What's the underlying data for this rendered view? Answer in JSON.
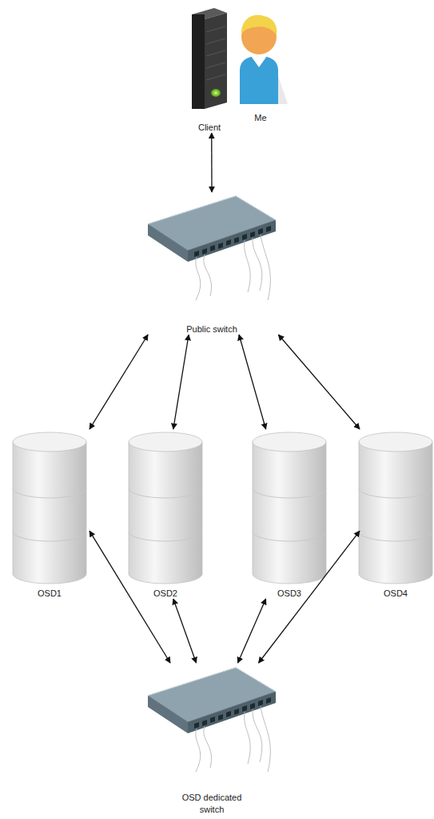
{
  "diagram": {
    "nodes": [
      {
        "text": [
          "Client"
        ]
      },
      {
        "text": [
          "Me"
        ]
      },
      {
        "text": [
          "Public switch"
        ]
      },
      {
        "text": [
          "OSD1"
        ]
      },
      {
        "text": [
          "OSD2"
        ]
      },
      {
        "text": [
          "OSD3"
        ]
      },
      {
        "text": [
          "OSD4"
        ]
      },
      {
        "text": [
          "OSD dedicated switch"
        ]
      }
    ],
    "edges": [
      {
        "from": 0,
        "to": 2,
        "arrow": "both"
      },
      {
        "from": 2,
        "to": 3,
        "arrow": "both"
      },
      {
        "from": 2,
        "to": 4,
        "arrow": "both"
      },
      {
        "from": 2,
        "to": 5,
        "arrow": "both"
      },
      {
        "from": 2,
        "to": 6,
        "arrow": "both"
      },
      {
        "from": 3,
        "to": 7,
        "arrow": "both"
      },
      {
        "from": 4,
        "to": 7,
        "arrow": "both"
      },
      {
        "from": 5,
        "to": 7,
        "arrow": "both"
      },
      {
        "from": 6,
        "to": 7,
        "arrow": "both"
      }
    ]
  }
}
